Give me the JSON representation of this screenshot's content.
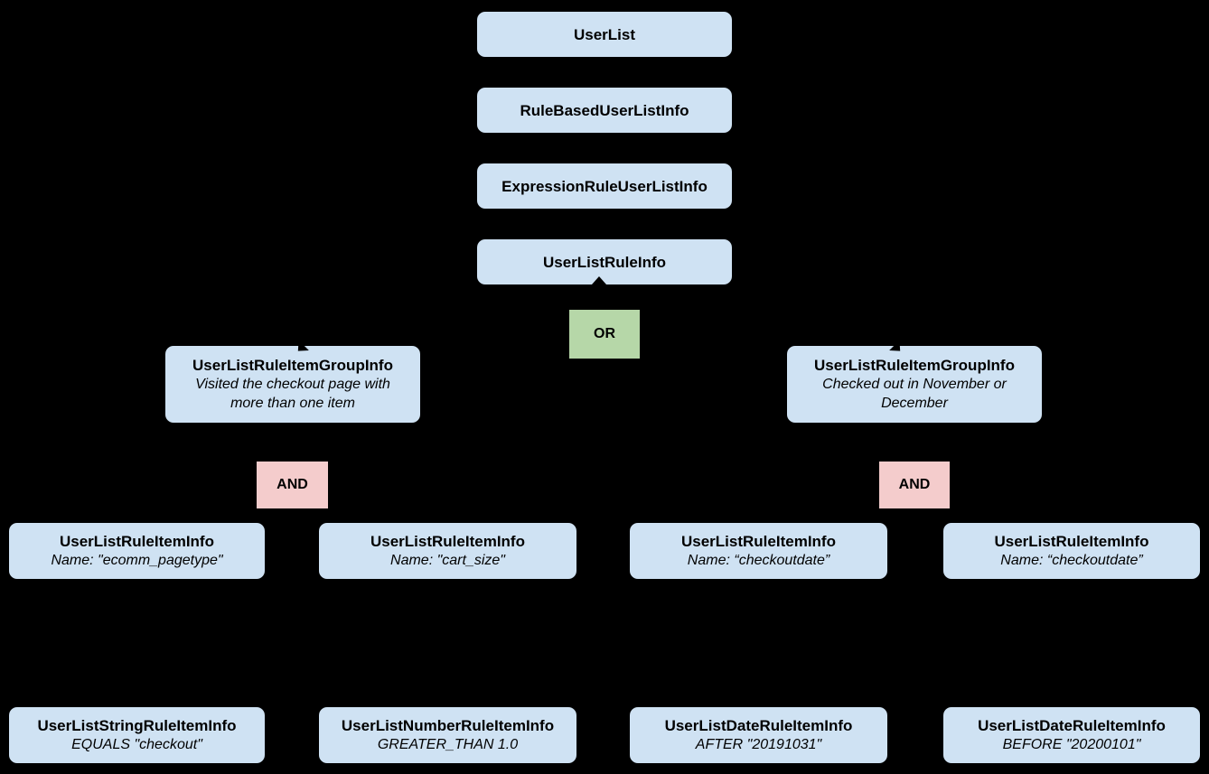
{
  "diagram": {
    "background_color": "#000000",
    "node_fill_color": "#cfe2f3",
    "or_fill_color": "#b6d7a8",
    "and_fill_color": "#f4cccc",
    "text_color": "#000000",
    "chain": [
      {
        "label": "UserList"
      },
      {
        "label": "RuleBasedUserListInfo"
      },
      {
        "label": "ExpressionRuleUserListInfo"
      },
      {
        "label": "UserListRuleInfo"
      }
    ],
    "or_operator": {
      "label": "OR"
    },
    "and_operators": [
      {
        "label": "AND"
      },
      {
        "label": "AND"
      }
    ],
    "groups": [
      {
        "title": "UserListRuleItemGroupInfo",
        "description": "Visited the checkout page with more than one item"
      },
      {
        "title": "UserListRuleItemGroupInfo",
        "description": "Checked out in November or December"
      }
    ],
    "rule_items": [
      {
        "title": "UserListRuleItemInfo",
        "subtitle": "Name: \"ecomm_pagetype\""
      },
      {
        "title": "UserListRuleItemInfo",
        "subtitle": "Name: \"cart_size\""
      },
      {
        "title": "UserListRuleItemInfo",
        "subtitle": "Name: “checkoutdate”"
      },
      {
        "title": "UserListRuleItemInfo",
        "subtitle": "Name: “checkoutdate”"
      }
    ],
    "operands": [
      {
        "title": "UserListStringRuleItemInfo",
        "subtitle": "EQUALS \"checkout\""
      },
      {
        "title": "UserListNumberRuleItemInfo",
        "subtitle": "GREATER_THAN 1.0"
      },
      {
        "title": "UserListDateRuleItemInfo",
        "subtitle": "AFTER \"20191031\""
      },
      {
        "title": "UserListDateRuleItemInfo",
        "subtitle": "BEFORE \"20200101\""
      }
    ]
  }
}
